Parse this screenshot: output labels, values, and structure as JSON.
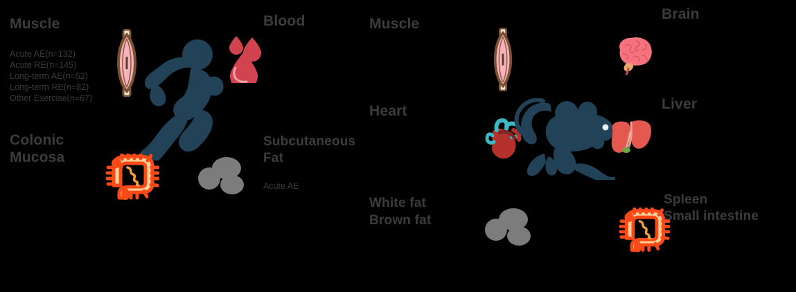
{
  "figure": {
    "background_color": "#000000",
    "label_color": "#3c3c3c"
  },
  "human_panel": {
    "labels": {
      "muscle": "Muscle",
      "colonic_mucosa_line1": "Colonic",
      "colonic_mucosa_line2": "Mucosa",
      "blood": "Blood",
      "subcutaneous_fat_line1": "Subcutaneous",
      "subcutaneous_fat_line2": "Fat"
    },
    "muscle_legend": [
      "Acute AE(n=132)",
      "Acute RE(n=145)",
      "Long-term AE(n=52)",
      "Long-term RE(n=82)",
      "Other Exercise(n=67)"
    ],
    "fat_note": "Acute AE",
    "icons": {
      "muscle": "muscle-icon",
      "runner": "running-human-icon",
      "blood": "blood-drops-icon",
      "intestine": "colon-icon",
      "fat": "fat-cells-icon"
    }
  },
  "mouse_panel": {
    "labels": {
      "muscle": "Muscle",
      "heart": "Heart",
      "white_fat": "White fat",
      "brown_fat": "Brown fat",
      "brain": "Brain",
      "liver": "Liver",
      "spleen": "Spleen",
      "small_intestine": "Small intestine"
    },
    "icons": {
      "muscle": "muscle-icon",
      "mouse": "running-mouse-icon",
      "heart": "heart-icon",
      "brain": "brain-icon",
      "liver": "liver-icon",
      "fat": "fat-cells-icon",
      "intestine": "small-intestine-icon"
    }
  },
  "colors": {
    "label": "#3c3c3c",
    "body_slate": "#214257",
    "blood_red": "#d1444f",
    "muscle_pink": "#f7b2bb",
    "muscle_tendon": "#7a5231",
    "intestine_orange": "#fb4a17",
    "intestine_fill": "#fdd29a",
    "fat_gray": "#7c7c7c",
    "liver_red": "#e4584f",
    "brain_pink": "#f4737f",
    "heart_red": "#b5322c",
    "heart_vessel": "#3fb8c6"
  }
}
